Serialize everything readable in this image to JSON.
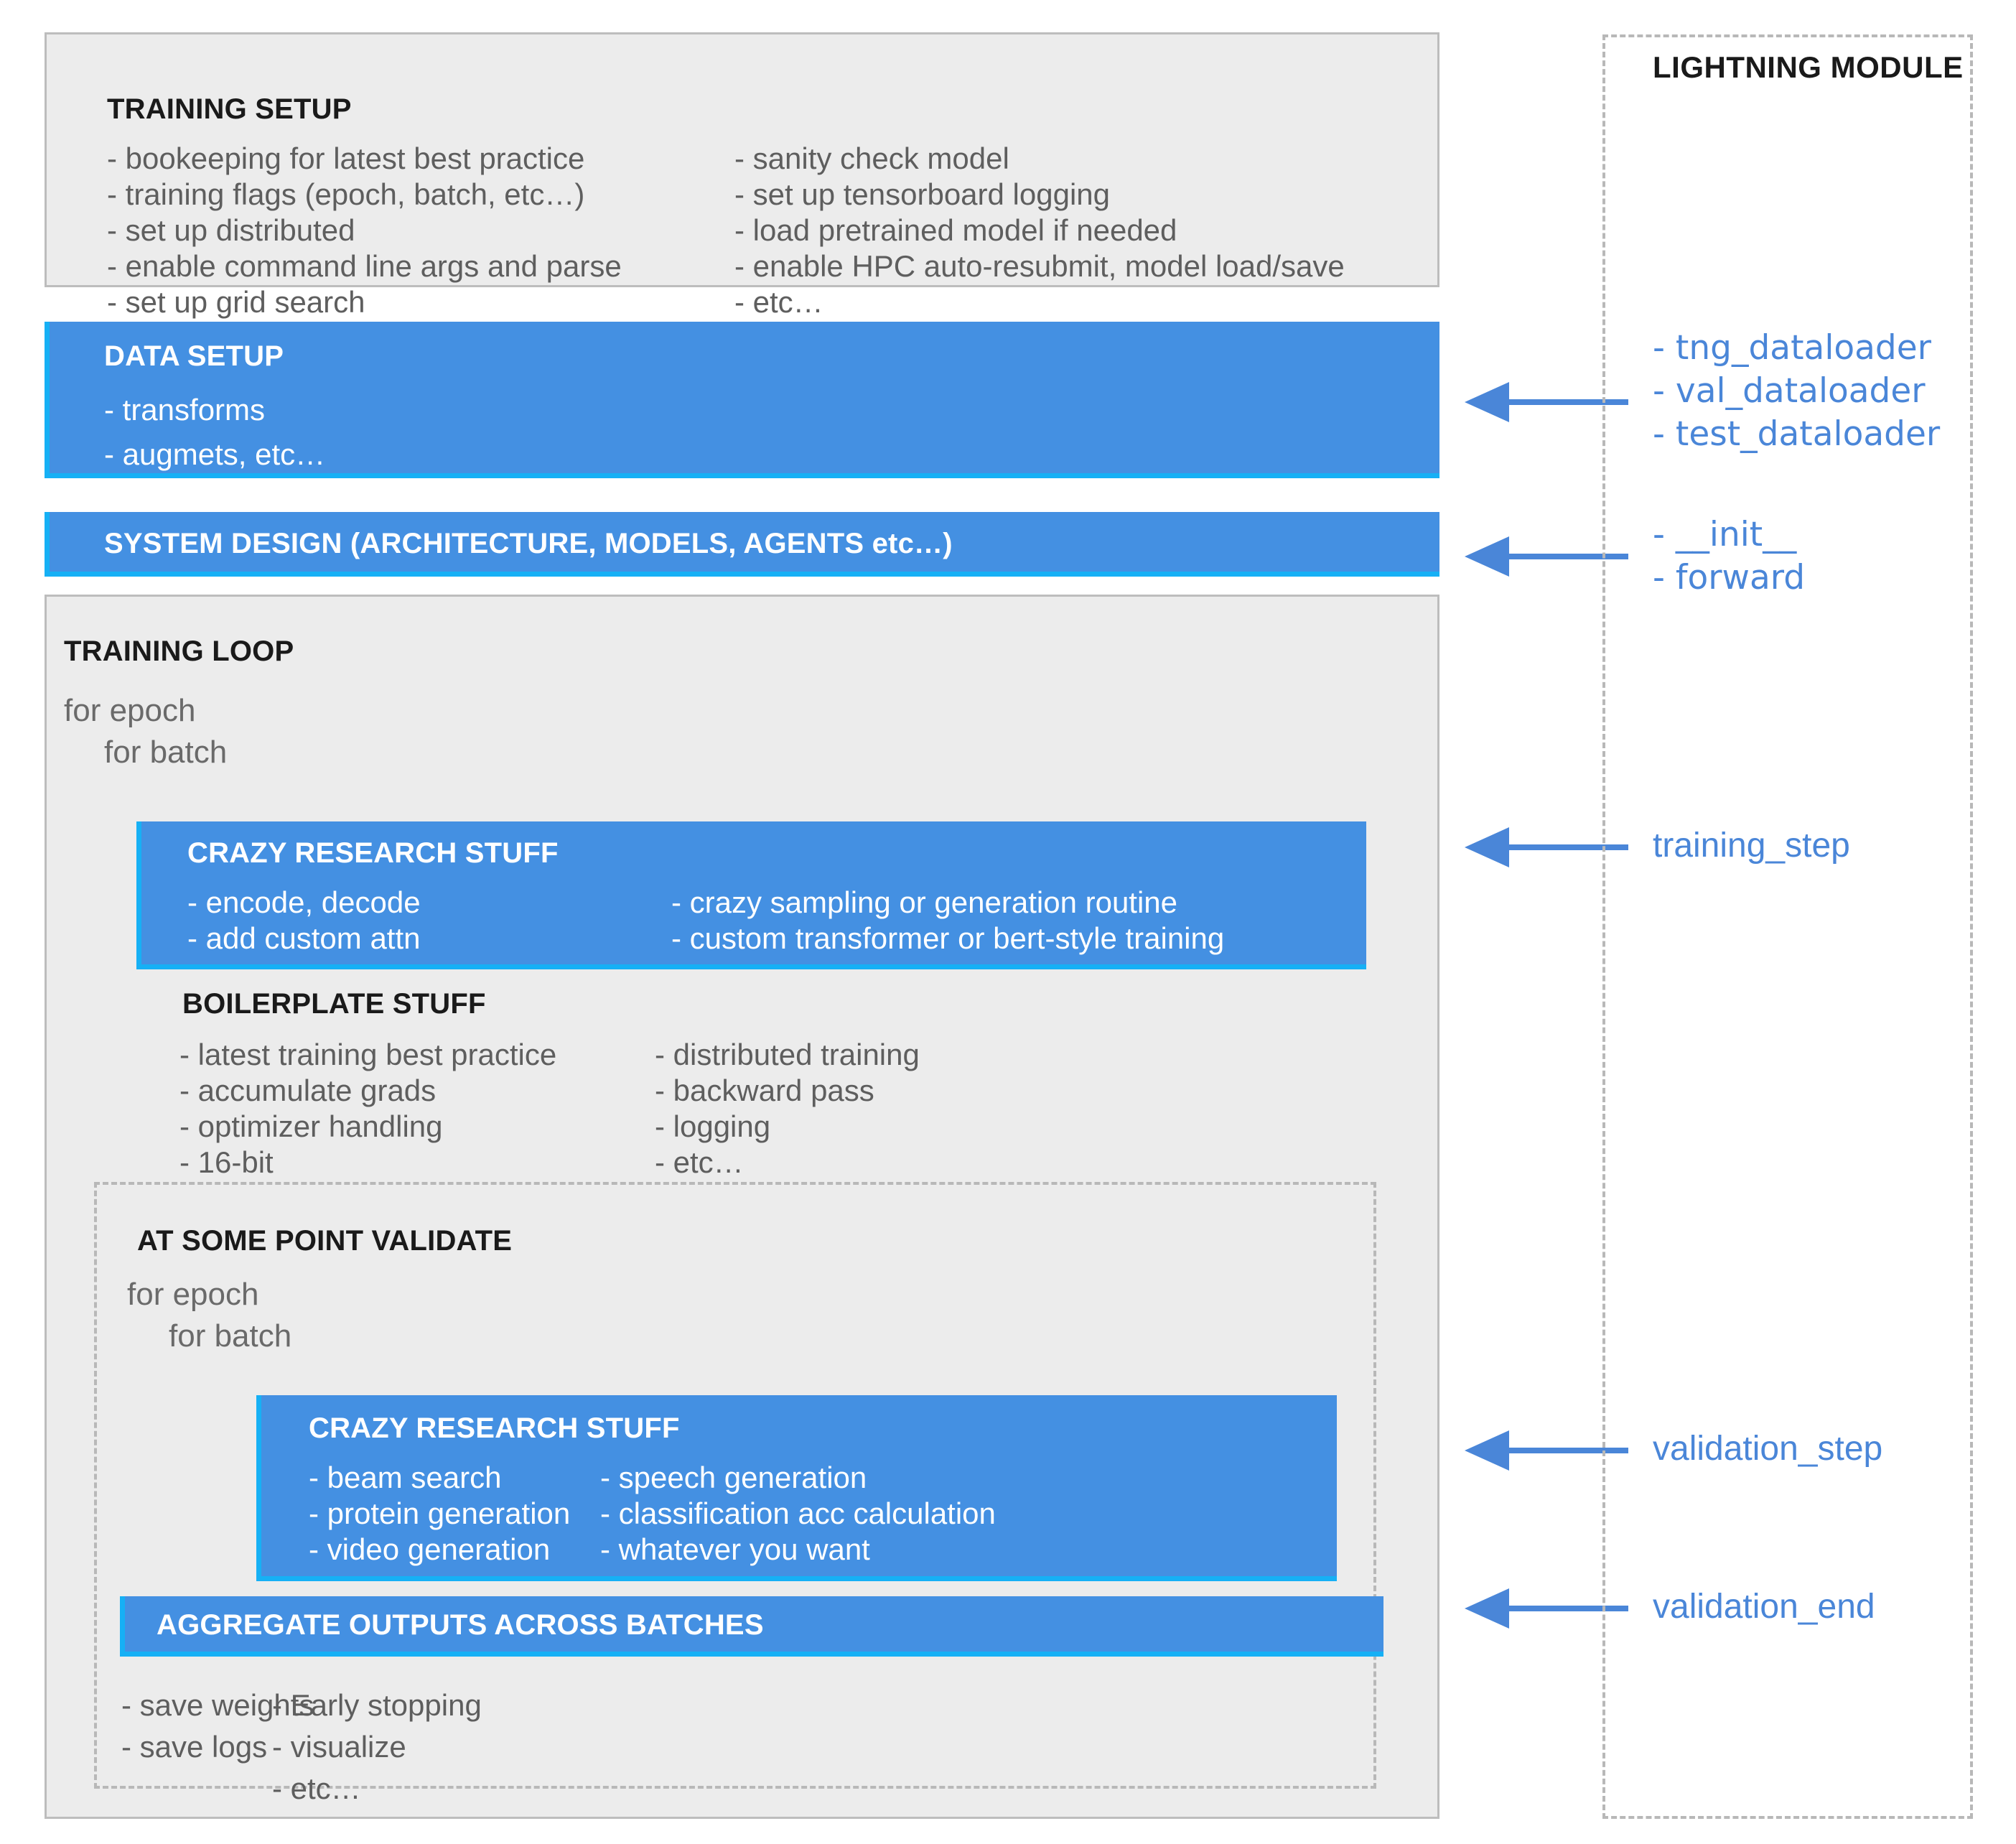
{
  "colors": {
    "blue_fill": "#4490e2",
    "blue_edge": "#16b0f5",
    "gray_fill": "#ececec",
    "gray_edge": "#bdbdbd",
    "dash_gray": "#b8b8b8",
    "text_gray": "#5e5e5e",
    "text_dark": "#1a1a1a",
    "accent_blue": "#4a86d8"
  },
  "training_setup": {
    "title": "TRAINING SETUP",
    "left_items": [
      "- bookeeping for latest best practice",
      "- training flags (epoch, batch, etc…)",
      "- set up distributed",
      "- enable command line args and parse",
      "- set up grid search"
    ],
    "right_items": [
      "- sanity check model",
      "- set up tensorboard logging",
      "- load pretrained model if needed",
      "- enable HPC auto-resubmit, model load/save",
      "- etc…"
    ]
  },
  "data_setup": {
    "title": "DATA SETUP",
    "items": [
      "- transforms",
      "- augmets, etc…"
    ]
  },
  "system_design": {
    "title": "SYSTEM DESIGN (ARCHITECTURE, MODELS, AGENTS etc…)"
  },
  "training_loop": {
    "title": "TRAINING LOOP",
    "loop_line_1": "for epoch",
    "loop_line_2": "for batch",
    "crazy_research": {
      "title": "CRAZY RESEARCH STUFF",
      "left_items": [
        "- encode, decode",
        "- add custom attn"
      ],
      "right_items": [
        "- crazy sampling or generation routine",
        "- custom transformer or bert-style training"
      ]
    },
    "boilerplate": {
      "title": "BOILERPLATE STUFF",
      "left_items": [
        "- latest training best practice",
        "- accumulate grads",
        "- optimizer handling",
        "- 16-bit"
      ],
      "right_items": [
        "- distributed training",
        "- backward pass",
        "- logging",
        "- etc…"
      ]
    },
    "validate": {
      "title": "AT SOME POINT VALIDATE",
      "loop_line_1": "for epoch",
      "loop_line_2": "for batch",
      "crazy_research": {
        "title": "CRAZY RESEARCH STUFF",
        "left_items": [
          "- beam search",
          "- protein generation",
          "- video generation"
        ],
        "right_items": [
          "- speech generation",
          "- classification acc calculation",
          "- whatever you want"
        ]
      },
      "aggregate": {
        "title": "AGGREGATE OUTPUTS ACROSS BATCHES"
      },
      "outputs": {
        "left_items": [
          "- save weights",
          "- save logs"
        ],
        "right_items": [
          "- Early stopping",
          "- visualize",
          "- etc…"
        ]
      }
    }
  },
  "lightning_module": {
    "title": "LIGHTNING MODULE",
    "dataloaders": [
      "- tng_dataloader",
      "- val_dataloader",
      "- test_dataloader"
    ],
    "model_hooks": [
      "- __init__",
      "- forward"
    ],
    "training_step": "training_step",
    "validation_step": "validation_step",
    "validation_end": "validation_end"
  }
}
